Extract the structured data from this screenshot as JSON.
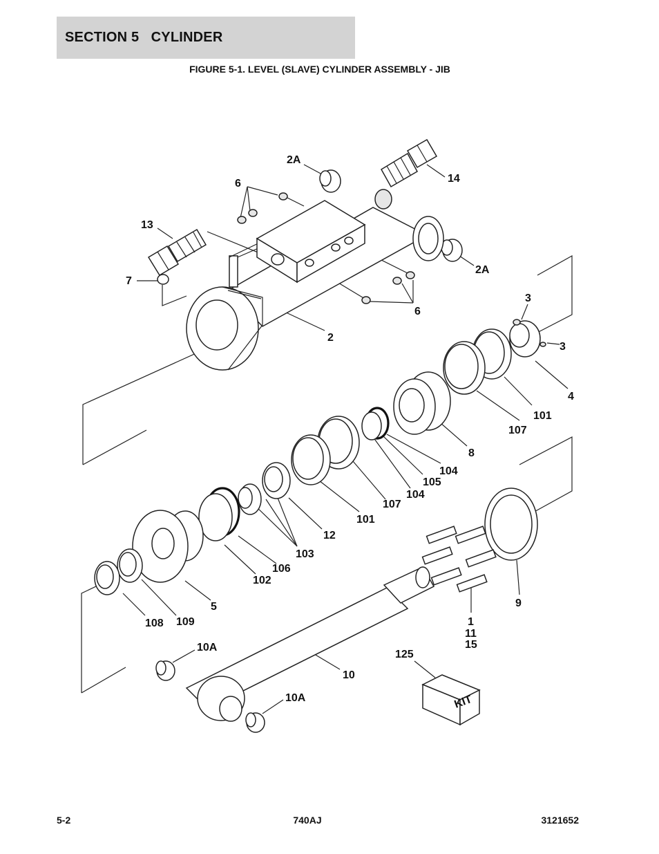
{
  "header": {
    "section_title": "SECTION 5   CYLINDER"
  },
  "figure": {
    "title": "FIGURE 5-1. LEVEL (SLAVE) CYLINDER ASSEMBLY - JIB"
  },
  "callouts": [
    "2A",
    "14",
    "6",
    "13",
    "2A",
    "7",
    "6",
    "3",
    "2",
    "3",
    "4",
    "101",
    "107",
    "8",
    "104",
    "105",
    "104",
    "107",
    "101",
    "12",
    "103",
    "106",
    "102",
    "5",
    "9",
    "108",
    "109",
    "1",
    "11",
    "15",
    "10A",
    "125",
    "10",
    "10A"
  ],
  "kit_box_label": "KIT",
  "footer": {
    "page_number": "5-2",
    "model": "740AJ",
    "doc_number": "3121652"
  }
}
